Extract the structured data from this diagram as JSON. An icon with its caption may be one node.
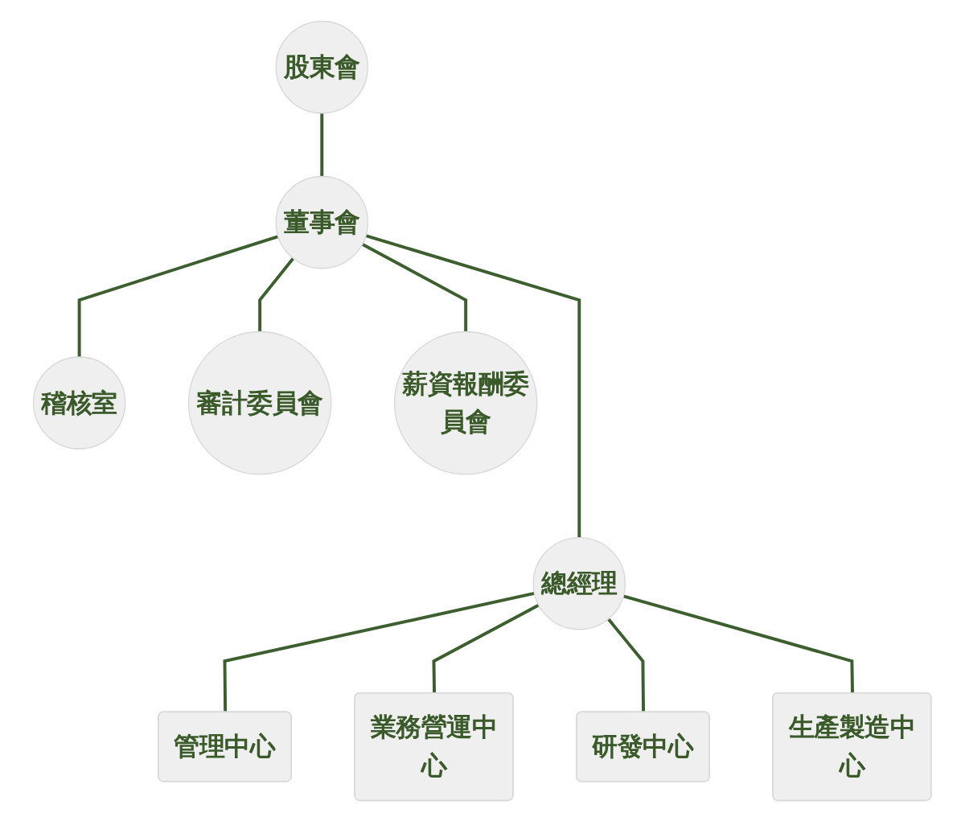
{
  "diagram": {
    "nodes": [
      {
        "text": [
          "股東會"
        ]
      },
      {
        "text": [
          "董事會"
        ]
      },
      {
        "text": [
          "審計委員會"
        ]
      },
      {
        "text": [
          "薪資報酬委員會"
        ]
      },
      {
        "text": [
          "稽核室"
        ]
      },
      {
        "text": [
          "總經理"
        ]
      },
      {
        "text": [
          "管理中心"
        ]
      },
      {
        "text": [
          "業務營運中心"
        ]
      },
      {
        "text": [
          "研發中心"
        ]
      },
      {
        "text": [
          "生產製造中心"
        ]
      }
    ],
    "edges": [
      {
        "from": 0,
        "to": 1,
        "arrow": "none"
      },
      {
        "from": 1,
        "to": 2,
        "arrow": "none"
      },
      {
        "from": 1,
        "to": 3,
        "arrow": "none"
      },
      {
        "from": 1,
        "to": 4,
        "arrow": "none"
      },
      {
        "from": 1,
        "to": 5,
        "arrow": "none"
      },
      {
        "from": 5,
        "to": 6,
        "arrow": "none"
      },
      {
        "from": 5,
        "to": 7,
        "arrow": "none"
      },
      {
        "from": 5,
        "to": 8,
        "arrow": "none"
      },
      {
        "from": 5,
        "to": 9,
        "arrow": "none"
      }
    ]
  }
}
